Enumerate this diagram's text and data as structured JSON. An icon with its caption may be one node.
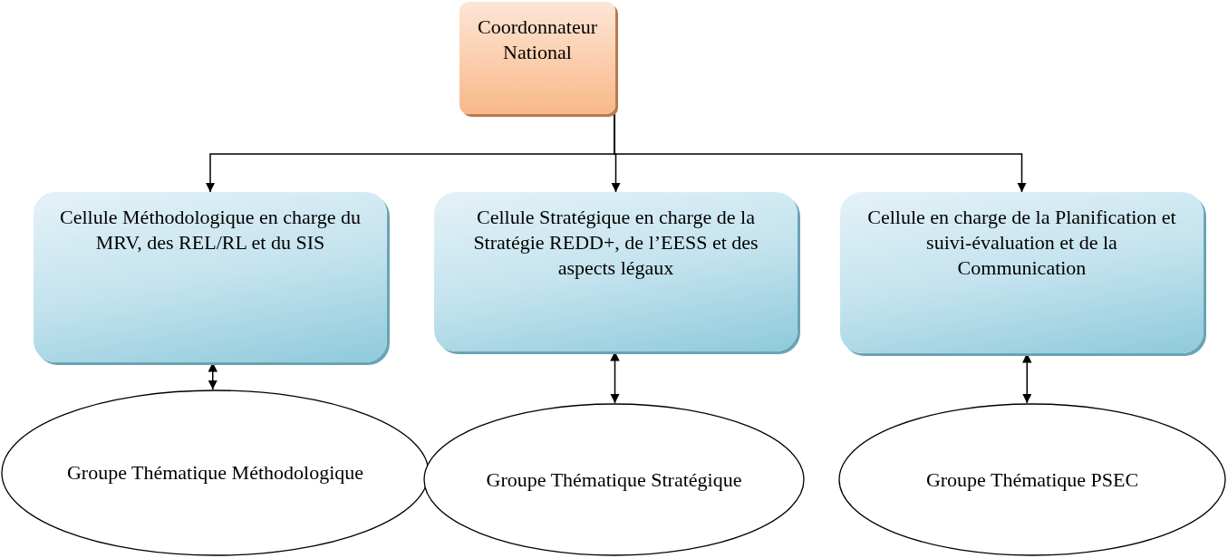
{
  "diagram": {
    "nodes": [
      {
        "text": [
          "Coordonnateur National"
        ]
      },
      {
        "text": [
          "Cellule Méthodologique en charge du MRV, des REL/RL et du SIS"
        ]
      },
      {
        "text": [
          "Cellule Stratégique en charge de la Stratégie REDD+, de l’EESS et des aspects légaux"
        ]
      },
      {
        "text": [
          "Cellule en charge de la Planification et suivi-évaluation et de la Communication"
        ]
      },
      {
        "text": [
          "Groupe Thématique Méthodologique"
        ]
      },
      {
        "text": [
          "Groupe Thématique Stratégique"
        ]
      },
      {
        "text": [
          "Groupe Thématique PSEC"
        ]
      }
    ],
    "edges": [
      {
        "from": 0,
        "to": 1,
        "arrow": "to"
      },
      {
        "from": 0,
        "to": 2,
        "arrow": "to"
      },
      {
        "from": 0,
        "to": 3,
        "arrow": "to"
      },
      {
        "from": 1,
        "to": 4,
        "arrow": "both"
      },
      {
        "from": 2,
        "to": 5,
        "arrow": "both"
      },
      {
        "from": 3,
        "to": 6,
        "arrow": "both"
      }
    ]
  }
}
